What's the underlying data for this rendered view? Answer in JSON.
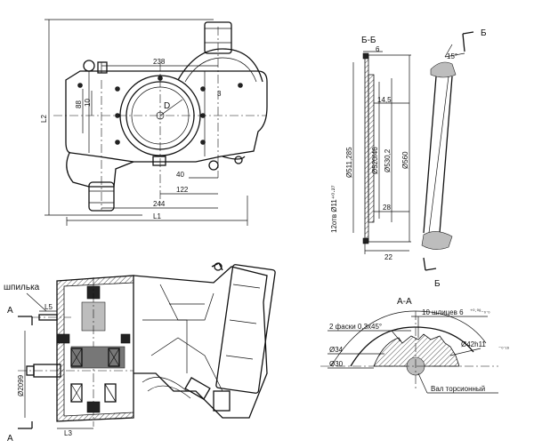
{
  "dims_top": {
    "d238": "238",
    "d3": "3",
    "d88": "88",
    "d10": "10",
    "dD": "D",
    "d40": "40",
    "d122": "122",
    "d244": "244",
    "dL1": "L1",
    "dL2": "L2"
  },
  "section_bb": {
    "title": "Б-Б",
    "d6": "6",
    "d14_5": "14,5",
    "d511": "Ø511,285",
    "d520": "Ø520f46",
    "d530": "Ø530,2",
    "d560": "Ø560",
    "d28": "28",
    "d22": "22",
    "holes": "12отв Ø11⁺⁰·²⁷"
  },
  "side_view": {
    "arrow_b_top": "Б",
    "arrow_b_bottom": "Б",
    "angle": "15°"
  },
  "front_view": {
    "stud_label": "шпилька",
    "a_top": "A",
    "a_bottom": "A",
    "l5": "L5",
    "l3": "L3",
    "d2099": "Ø2099"
  },
  "section_aa": {
    "title": "A-A",
    "splines": "10 шлицев 6",
    "spline_tol": "⁺⁰·⁰⁸₋₀·₀",
    "chamfer": "2 фаски 0,3x45°",
    "d42": "Ø42h11",
    "d42_tol": "₋₀·₁₆",
    "d34": "Ø34",
    "d30": "Ø30",
    "shaft": "Вал торсионный"
  }
}
